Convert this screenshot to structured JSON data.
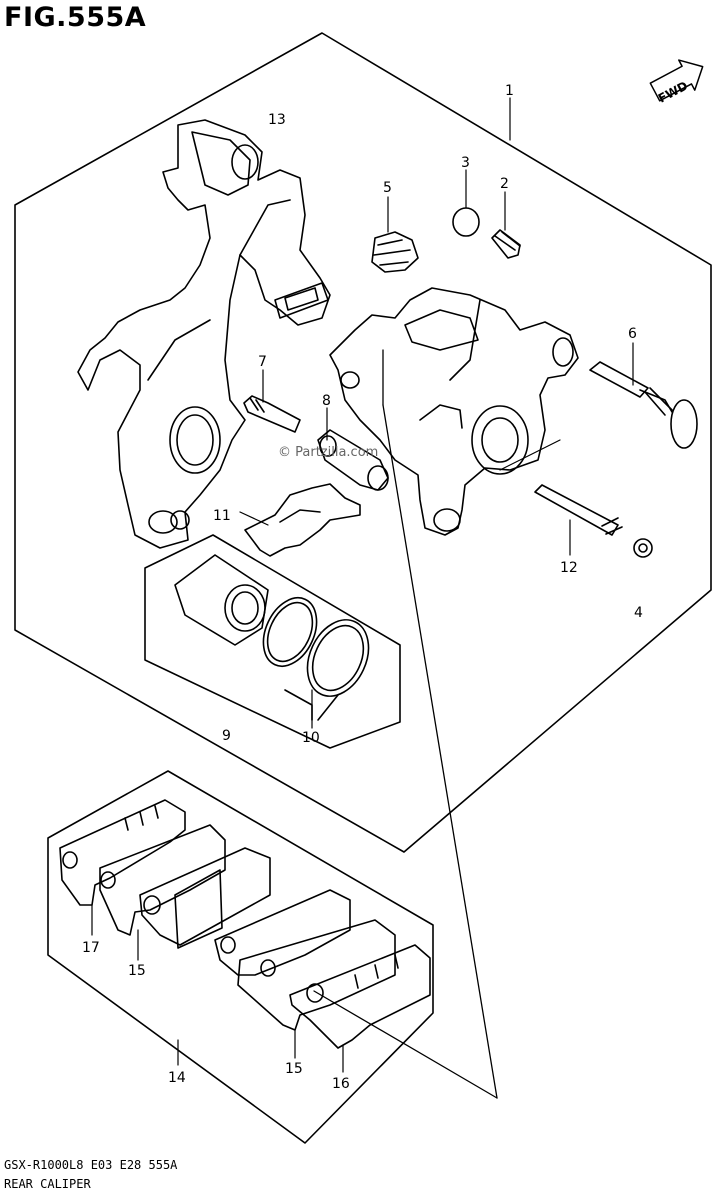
{
  "figure": {
    "title": "FIG.555A",
    "model_code": "GSX-R1000L8  E03  E28  555A",
    "name": "REAR CALIPER",
    "watermark": "© Partzilla.com",
    "direction_label": "FWD"
  },
  "callouts": [
    {
      "id": "c1",
      "label": "1"
    },
    {
      "id": "c2",
      "label": "2"
    },
    {
      "id": "c3",
      "label": "3"
    },
    {
      "id": "c4",
      "label": "4"
    },
    {
      "id": "c5",
      "label": "5"
    },
    {
      "id": "c6",
      "label": "6"
    },
    {
      "id": "c7",
      "label": "7"
    },
    {
      "id": "c8",
      "label": "8"
    },
    {
      "id": "c9",
      "label": "9"
    },
    {
      "id": "c10",
      "label": "10"
    },
    {
      "id": "c11",
      "label": "11"
    },
    {
      "id": "c12",
      "label": "12"
    },
    {
      "id": "c13",
      "label": "13"
    },
    {
      "id": "c14",
      "label": "14"
    },
    {
      "id": "c15a",
      "label": "15"
    },
    {
      "id": "c15b",
      "label": "15"
    },
    {
      "id": "c16",
      "label": "16"
    },
    {
      "id": "c17",
      "label": "17"
    }
  ]
}
